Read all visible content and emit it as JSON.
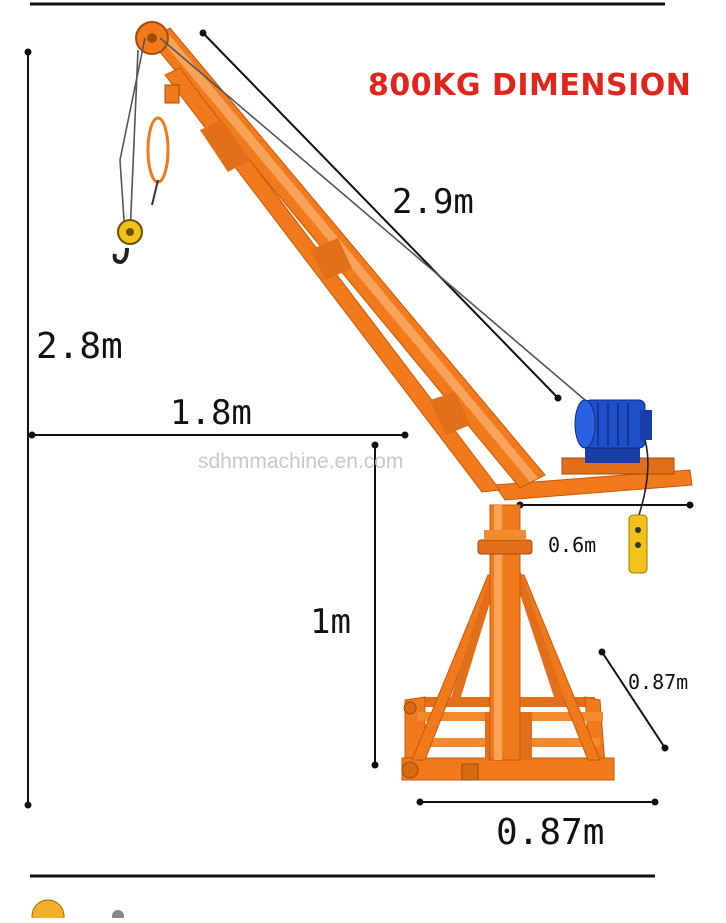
{
  "title": "800KG DIMENSION",
  "watermark": "sdhmmachine.en.com",
  "dimensions": {
    "boom_length": "2.9m",
    "total_height": "2.8m",
    "reach": "1.8m",
    "mast_height": "1m",
    "rear_arm": "0.6m",
    "base_depth": "0.87m",
    "base_width": "0.87m"
  },
  "colors": {
    "frame": "#f07a1c",
    "frame_dark": "#c85a0a",
    "motor": "#1f4fc8",
    "controller": "#f2c21b",
    "title": "#e1251b",
    "dimension_line": "#111111"
  },
  "icons": [
    "crane-diagram",
    "electric-motor-icon",
    "hook-icon",
    "pulley-icon",
    "pendant-controller-icon"
  ]
}
